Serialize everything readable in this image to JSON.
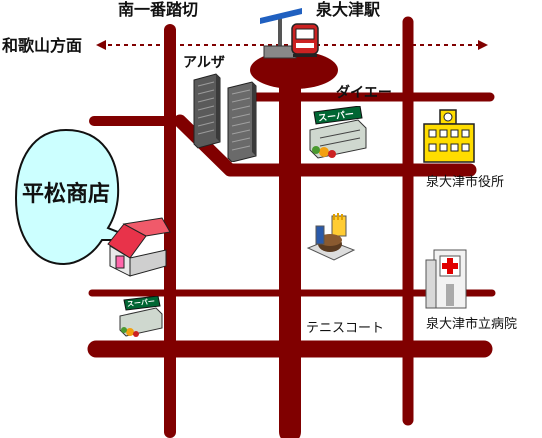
{
  "labels": {
    "minami_ichiban_fumikiri": "南一番踏切",
    "izumi_otsu_station": "泉大津駅",
    "wakayama_direction": "和歌山方面",
    "aruza": "アルザ",
    "daiei": "ダイエー",
    "izumi_otsu_city_hall": "泉大津市役所",
    "hiramatsu_shop": "平松商店",
    "tennis_court": "テニスコート",
    "izumi_otsu_city_hospital": "泉大津市立病院"
  },
  "supermarket_sign": "スーパー",
  "colors": {
    "road": "#800000",
    "bubble": "#ccffff",
    "text": "#111111",
    "school_yellow": "#ffdd00",
    "tower_gray": "#6a6a6a",
    "train_red": "#cc2222",
    "sign_green": "#006633",
    "hospital_cross": "#e00000",
    "shop_roof": "#e8334a"
  },
  "icons": [
    "railway-crossing-icon",
    "train-icon",
    "tower-building-icon",
    "supermarket-icon",
    "city-hall-icon",
    "shop-house-icon",
    "fast-food-icon",
    "hospital-icon"
  ]
}
